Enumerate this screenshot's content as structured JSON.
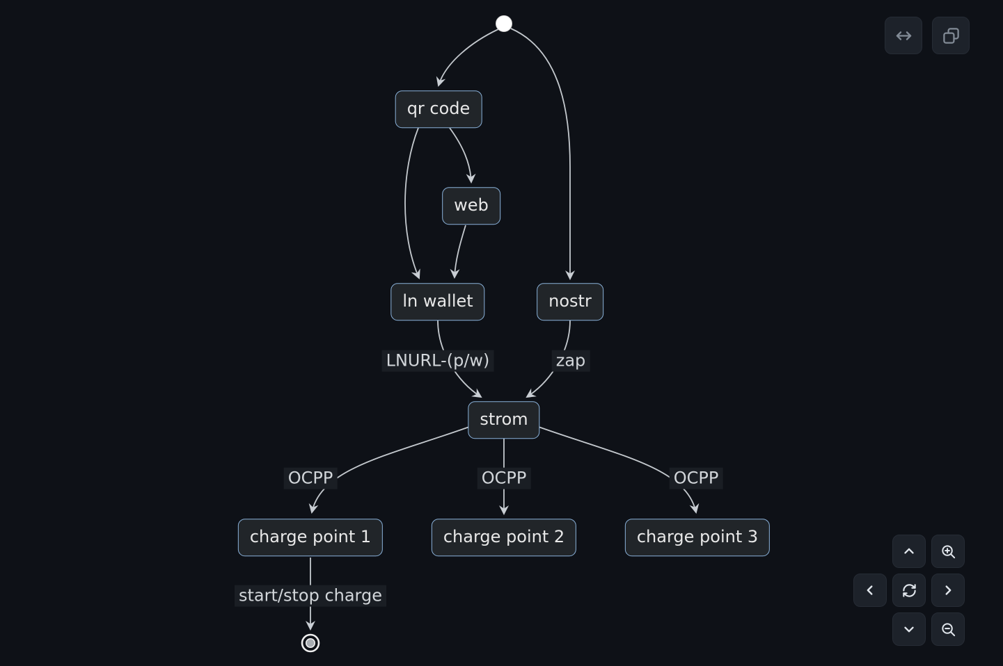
{
  "app": {
    "kind": "diagram-viewer",
    "colors": {
      "background": "#0e1117",
      "node_fill": "#212529",
      "node_border": "#8ab2da",
      "node_text": "#e8e8e8",
      "edge_stroke": "#c4c9ce",
      "edge_label_bg": "#1a1e24",
      "edge_label_text": "#d2d6da",
      "button_bg": "#1d222a",
      "icon_muted": "#828b96",
      "icon_bright": "#e2e7ed",
      "start_node_fill": "#ffffff",
      "end_node_ring": "#efefef",
      "end_node_core": "#a8adb2"
    }
  },
  "toolbar_top": {
    "buttons": [
      {
        "name": "toggle-direction",
        "icon": "left-right-arrow-icon"
      },
      {
        "name": "copy",
        "icon": "copy-icon"
      }
    ]
  },
  "pan_zoom_controls": {
    "buttons": [
      {
        "name": "pan-up",
        "icon": "chevron-up-icon"
      },
      {
        "name": "zoom-in",
        "icon": "magnifier-plus-icon"
      },
      {
        "name": "pan-left",
        "icon": "chevron-left-icon"
      },
      {
        "name": "reset-view",
        "icon": "refresh-icon"
      },
      {
        "name": "pan-right",
        "icon": "chevron-right-icon"
      },
      {
        "name": "pan-down",
        "icon": "chevron-down-icon"
      },
      {
        "name": "zoom-out",
        "icon": "magnifier-minus-icon"
      }
    ]
  },
  "diagram": {
    "type": "state-flow",
    "nodes": [
      {
        "id": "qr_code",
        "label": "qr code"
      },
      {
        "id": "web",
        "label": "web"
      },
      {
        "id": "ln_wallet",
        "label": "ln wallet"
      },
      {
        "id": "nostr",
        "label": "nostr"
      },
      {
        "id": "strom",
        "label": "strom"
      },
      {
        "id": "charge_point_1",
        "label": "charge point 1"
      },
      {
        "id": "charge_point_2",
        "label": "charge point 2"
      },
      {
        "id": "charge_point_3",
        "label": "charge point 3"
      }
    ],
    "edges": [
      {
        "from": "start",
        "to": "qr code",
        "label": ""
      },
      {
        "from": "start",
        "to": "nostr",
        "label": ""
      },
      {
        "from": "qr code",
        "to": "web",
        "label": ""
      },
      {
        "from": "qr code",
        "to": "ln wallet",
        "label": ""
      },
      {
        "from": "web",
        "to": "ln wallet",
        "label": ""
      },
      {
        "from": "ln wallet",
        "to": "strom",
        "label": "LNURL-(p/w)"
      },
      {
        "from": "nostr",
        "to": "strom",
        "label": "zap"
      },
      {
        "from": "strom",
        "to": "charge point 1",
        "label": "OCPP"
      },
      {
        "from": "strom",
        "to": "charge point 2",
        "label": "OCPP"
      },
      {
        "from": "strom",
        "to": "charge point 3",
        "label": "OCPP"
      },
      {
        "from": "charge point 1",
        "to": "end",
        "label": "start/stop charge"
      }
    ]
  }
}
